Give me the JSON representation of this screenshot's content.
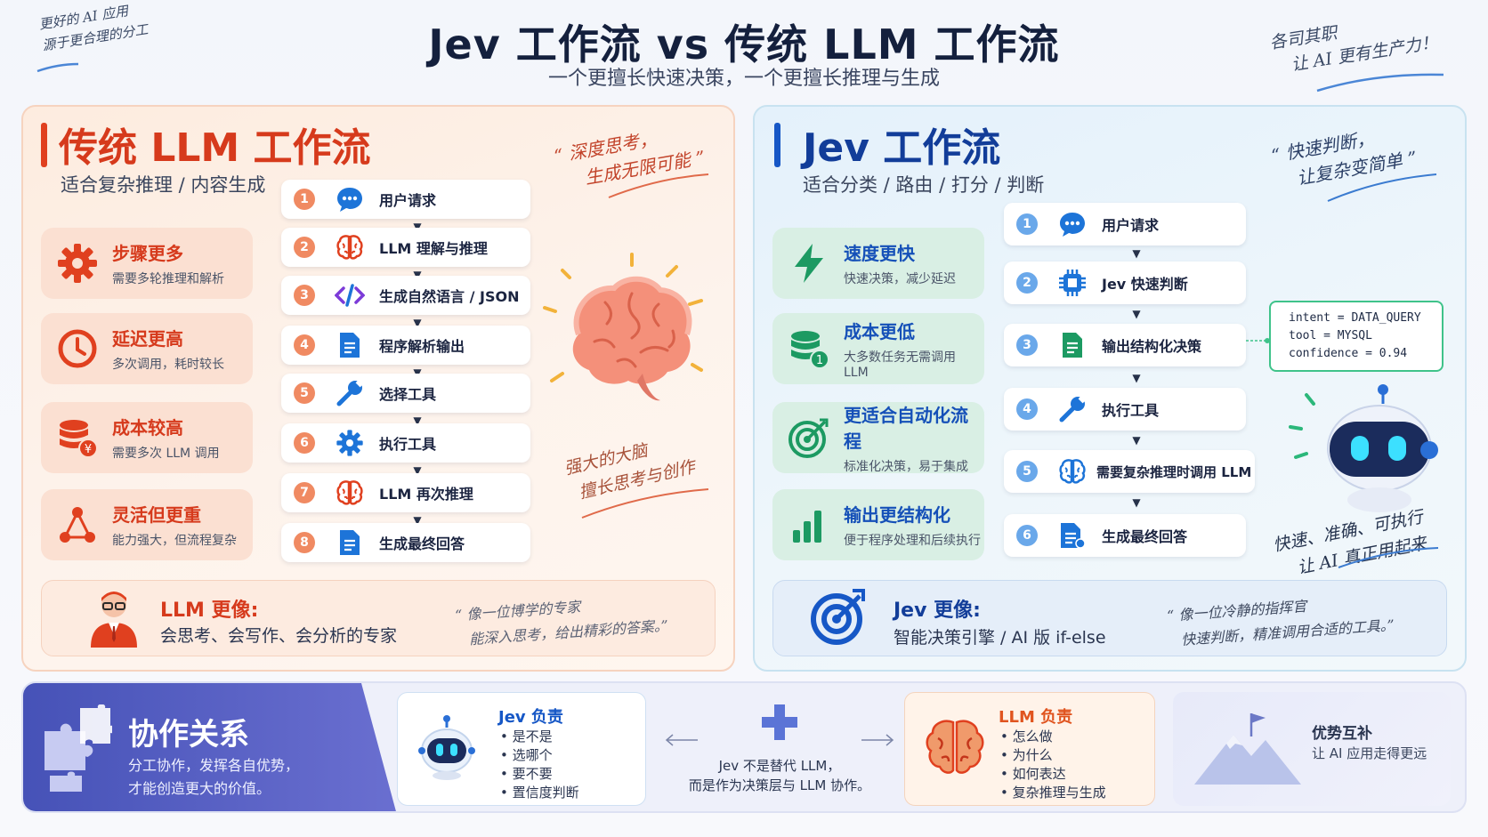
{
  "header": {
    "title": "Jev 工作流 vs 传统 LLM 工作流",
    "subtitle": "一个更擅长快速决策，一个更擅长推理与生成",
    "note_left_line1": "更好的 AI 应用",
    "note_left_line2": "源于更合理的分工",
    "note_right_line1": "各司其职",
    "note_right_line2": "让 AI 更有生产力！"
  },
  "left": {
    "title": "传统 LLM 工作流",
    "subtitle": "适合复杂推理 / 内容生成",
    "quote_line1": "“ 深度思考，",
    "quote_line2": "生成无限可能 ”",
    "features": [
      {
        "title": "步骤更多",
        "desc": "需要多轮推理和解析",
        "icon": "gear-icon"
      },
      {
        "title": "延迟更高",
        "desc": "多次调用，耗时较长",
        "icon": "clock-icon"
      },
      {
        "title": "成本较高",
        "desc": "需要多次 LLM 调用",
        "icon": "database-cost-icon"
      },
      {
        "title": "灵活但更重",
        "desc": "能力强大，但流程复杂",
        "icon": "network-icon"
      }
    ],
    "steps": [
      {
        "num": "1",
        "label": "用户请求",
        "icon": "chat-bubble-icon"
      },
      {
        "num": "2",
        "label": "LLM 理解与推理",
        "icon": "brain-icon"
      },
      {
        "num": "3",
        "label": "生成自然语言 / JSON",
        "icon": "code-icon"
      },
      {
        "num": "4",
        "label": "程序解析输出",
        "icon": "document-icon"
      },
      {
        "num": "5",
        "label": "选择工具",
        "icon": "wrench-icon"
      },
      {
        "num": "6",
        "label": "执行工具",
        "icon": "gear-icon"
      },
      {
        "num": "7",
        "label": "LLM 再次推理",
        "icon": "brain-icon"
      },
      {
        "num": "8",
        "label": "生成最终回答",
        "icon": "document-icon"
      }
    ],
    "brain_note_line1": "强大的大脑",
    "brain_note_line2": "擅长思考与创作",
    "like": {
      "title": "LLM 更像:",
      "desc": "会思考、会写作、会分析的专家",
      "quote_line1": "“ 像一位博学的专家",
      "quote_line2": "能深入思考，给出精彩的答案。”"
    }
  },
  "right": {
    "title": "Jev 工作流",
    "subtitle": "适合分类 / 路由 / 打分 / 判断",
    "quote_line1": "“ 快速判断，",
    "quote_line2": "让复杂变简单 ”",
    "features": [
      {
        "title": "速度更快",
        "desc": "快速决策，减少延迟",
        "icon": "lightning-icon"
      },
      {
        "title": "成本更低",
        "desc": "大多数任务无需调用 LLM",
        "icon": "database-icon"
      },
      {
        "title": "更适合自动化流程",
        "desc": "标准化决策，易于集成",
        "icon": "target-icon"
      },
      {
        "title": "输出更结构化",
        "desc": "便于程序处理和后续执行",
        "icon": "bar-chart-icon"
      }
    ],
    "steps": [
      {
        "num": "1",
        "label": "用户请求",
        "icon": "chat-bubble-icon"
      },
      {
        "num": "2",
        "label": "Jev 快速判断",
        "icon": "chip-icon"
      },
      {
        "num": "3",
        "label": "输出结构化决策",
        "icon": "document-icon"
      },
      {
        "num": "4",
        "label": "执行工具",
        "icon": "wrench-icon"
      },
      {
        "num": "5",
        "label": "需要复杂推理时调用 LLM",
        "icon": "brain-icon"
      },
      {
        "num": "6",
        "label": "生成最终回答",
        "icon": "document-icon"
      }
    ],
    "code": {
      "line1": "intent = DATA_QUERY",
      "line2": "tool = MYSQL",
      "line3": "confidence = 0.94"
    },
    "robot_note_line1": "快速、准确、可执行",
    "robot_note_line2": "让 AI 真正用起来",
    "like": {
      "title": "Jev 更像:",
      "desc": "智能决策引擎 / AI 版 if-else",
      "quote_line1": "“ 像一位冷静的指挥官",
      "quote_line2": "快速判断，精准调用合适的工具。”"
    }
  },
  "bottom": {
    "collab_title": "协作关系",
    "collab_desc_line1": "分工协作，发挥各自优势，",
    "collab_desc_line2": "才能创造更大的价值。",
    "jev_title": "Jev 负责",
    "jev_items": [
      "是不是",
      "选哪个",
      "要不要",
      "置信度判断"
    ],
    "middle_line1": "Jev 不是替代 LLM，",
    "middle_line2": "而是作为决策层与 LLM 协作。",
    "llm_title": "LLM 负责",
    "llm_items": [
      "怎么做",
      "为什么",
      "如何表达",
      "复杂推理与生成"
    ],
    "adv_title": "优势互补",
    "adv_desc": "让 AI 应用走得更远"
  },
  "colors": {
    "red": "#e0401f",
    "blue": "#1657c6",
    "green": "#1c9a62",
    "orange_num": "#f08a62",
    "blue_num": "#6aa8ea",
    "purple": "#5059c0"
  }
}
